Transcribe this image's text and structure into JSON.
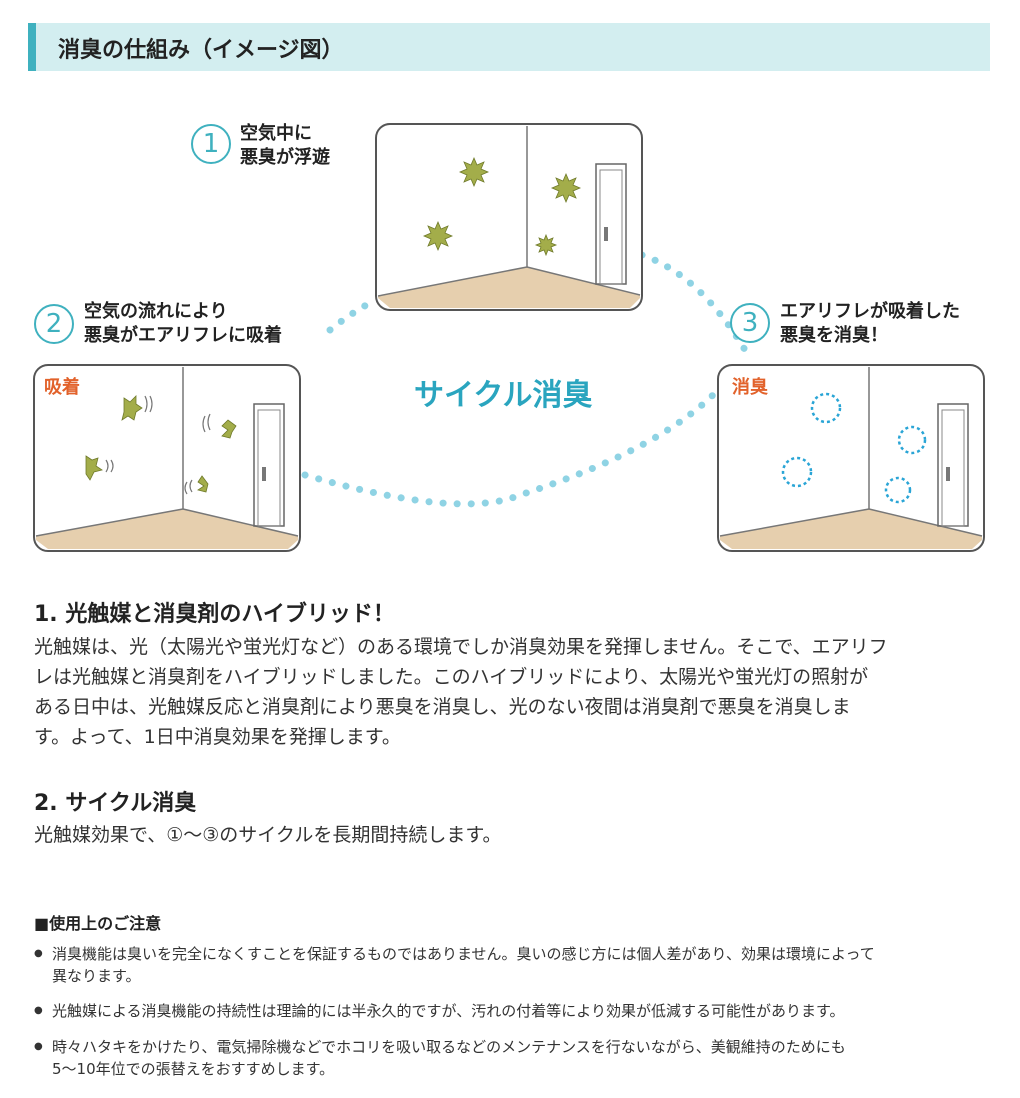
{
  "header": {
    "title": "消臭の仕組み（イメージ図）"
  },
  "diagram": {
    "steps": [
      {
        "number": "1",
        "line1": "空気中に",
        "line2": "悪臭が浮遊"
      },
      {
        "number": "2",
        "line1": "空気の流れにより",
        "line2": "悪臭がエアリフレに吸着"
      },
      {
        "number": "3",
        "line1": "エアリフレが吸着した",
        "line2": "悪臭を消臭！"
      }
    ],
    "tag_adsorb": "吸着",
    "tag_deodorize": "消臭",
    "cycle_label": "サイクル消臭",
    "colors": {
      "accent": "#3fb1bf",
      "odor": "#a3ad4a",
      "floor": "#e6cfae",
      "tag": "#e2622b"
    }
  },
  "section1": {
    "title": "1. 光触媒と消臭剤のハイブリッド！",
    "lines": [
      "光触媒は、光（太陽光や蛍光灯など）のある環境でしか消臭効果を発揮しません。そこで、エアリフ",
      "レは光触媒と消臭剤をハイブリッドしました。このハイブリッドにより、太陽光や蛍光灯の照射が",
      "ある日中は、光触媒反応と消臭剤により悪臭を消臭し、光のない夜間は消臭剤で悪臭を消臭しま",
      "す。よって、1日中消臭効果を発揮します。"
    ]
  },
  "section2": {
    "title": "2. サイクル消臭",
    "text": "光触媒効果で、①〜③のサイクルを長期間持続します。"
  },
  "notes": {
    "title": "■使用上のご注意",
    "items": [
      {
        "line1": "消臭機能は臭いを完全になくすことを保証するものではありません。臭いの感じ方には個人差があり、効果は環境によって",
        "line2": "異なります。"
      },
      {
        "line1": "光触媒による消臭機能の持続性は理論的には半永久的ですが、汚れの付着等により効果が低減する可能性があります。",
        "line2": ""
      },
      {
        "line1": "時々ハタキをかけたり、電気掃除機などでホコリを吸い取るなどのメンテナンスを行ないながら、美観維持のためにも",
        "line2": "5〜10年位での張替えをおすすめします。"
      }
    ]
  }
}
